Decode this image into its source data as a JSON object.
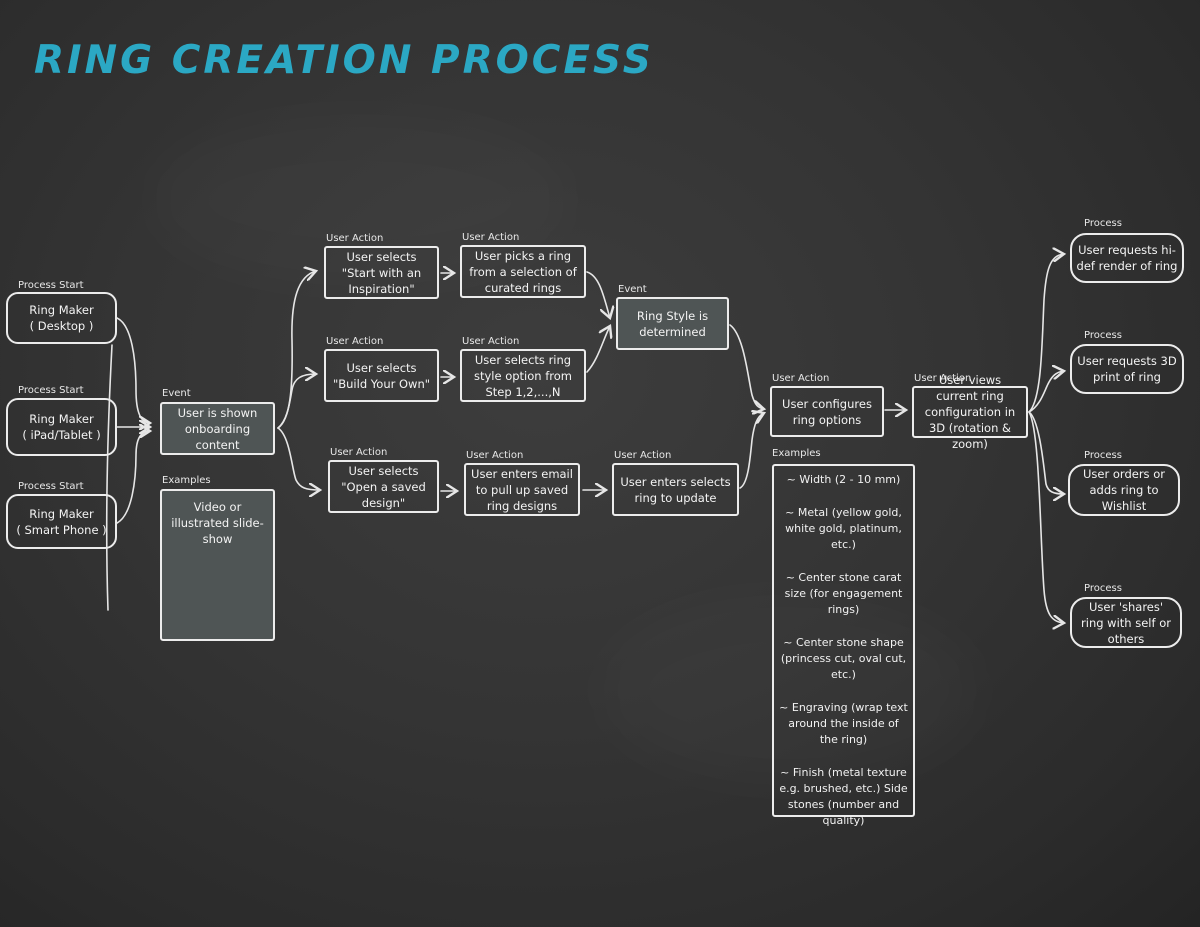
{
  "title": "RING CREATION PROCESS",
  "labels": {
    "process_start": "Process Start",
    "event": "Event",
    "examples": "Examples",
    "user_action": "User Action",
    "process": "Process"
  },
  "starts": [
    {
      "line1": "Ring Maker",
      "line2": "( Desktop )"
    },
    {
      "line1": "Ring Maker",
      "line2": "( iPad/Tablet )"
    },
    {
      "line1": "Ring Maker",
      "line2": "( Smart Phone )"
    }
  ],
  "onboarding_event": "User is shown onboarding content",
  "onboarding_example": "Video or illustrated slide-show",
  "paths": [
    {
      "select": "User selects \"Start with an Inspiration\"",
      "next": "User picks a ring from a selection of curated rings"
    },
    {
      "select": "User selects \"Build Your Own\"",
      "next": "User selects ring style option from Step 1,2,...,N"
    },
    {
      "select": "User selects \"Open a saved design\"",
      "next": "User enters email to pull up saved ring designs",
      "next2": "User enters selects ring to update"
    }
  ],
  "style_event": "Ring Style is determined",
  "configure": "User configures ring options",
  "view_3d": "User views current ring configuration in 3D (rotation & zoom)",
  "config_examples": [
    "~ Width (2 - 10 mm)",
    "~ Metal (yellow gold, white gold, platinum, etc.)",
    "~ Center stone carat size (for engagement rings)",
    "~ Center stone shape (princess cut, oval cut, etc.)",
    "~ Engraving (wrap text around the inside of the ring)",
    "~ Finish (metal texture e.g. brushed, etc.) Side stones (number and quality)"
  ],
  "processes": [
    "User requests hi-def render of ring",
    "User requests 3D print of ring",
    "User orders or adds ring to Wishlist",
    "User 'shares' ring with self or others"
  ],
  "colors": {
    "title": "#2ba8c4",
    "chalk": "#ececec",
    "filled_box": "#4f5555",
    "board": "#343434"
  }
}
